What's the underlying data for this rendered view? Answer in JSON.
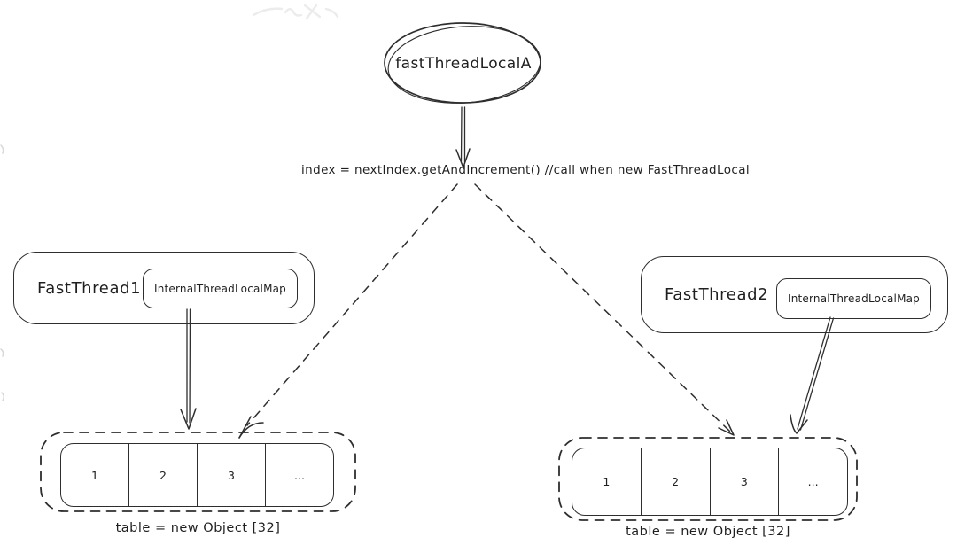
{
  "diagram": {
    "title_node": {
      "label": "fastThreadLocalA"
    },
    "annotation": {
      "text": "index = nextIndex.getAndIncrement() //call when new FastThreadLocal"
    },
    "threads": [
      {
        "name": "FastThread1",
        "map_label": "InternalThreadLocalMap",
        "table": {
          "cells": [
            "1",
            "2",
            "3",
            "..."
          ],
          "caption": "table = new Object [32]"
        }
      },
      {
        "name": "FastThread2",
        "map_label": "InternalThreadLocalMap",
        "table": {
          "cells": [
            "1",
            "2",
            "3",
            "..."
          ],
          "caption": "table = new Object [32]"
        }
      }
    ],
    "edges": [
      {
        "from": "fastThreadLocalA",
        "to": "annotation",
        "style": "solid-double-line",
        "direction": "down"
      },
      {
        "from": "annotation",
        "to": "FastThread1.table",
        "style": "dashed",
        "direction": "down-left"
      },
      {
        "from": "annotation",
        "to": "FastThread2.table",
        "style": "dashed",
        "direction": "down-right"
      },
      {
        "from": "FastThread1.InternalThreadLocalMap",
        "to": "FastThread1.table",
        "style": "solid-double-line",
        "direction": "down"
      },
      {
        "from": "FastThread2.InternalThreadLocalMap",
        "to": "FastThread2.table",
        "style": "solid-double-line",
        "direction": "down-left"
      }
    ],
    "colors": {
      "stroke": "#2e2e2e",
      "text": "#1f1f1f",
      "background": "#ffffff",
      "watermark": "#ececec"
    }
  }
}
